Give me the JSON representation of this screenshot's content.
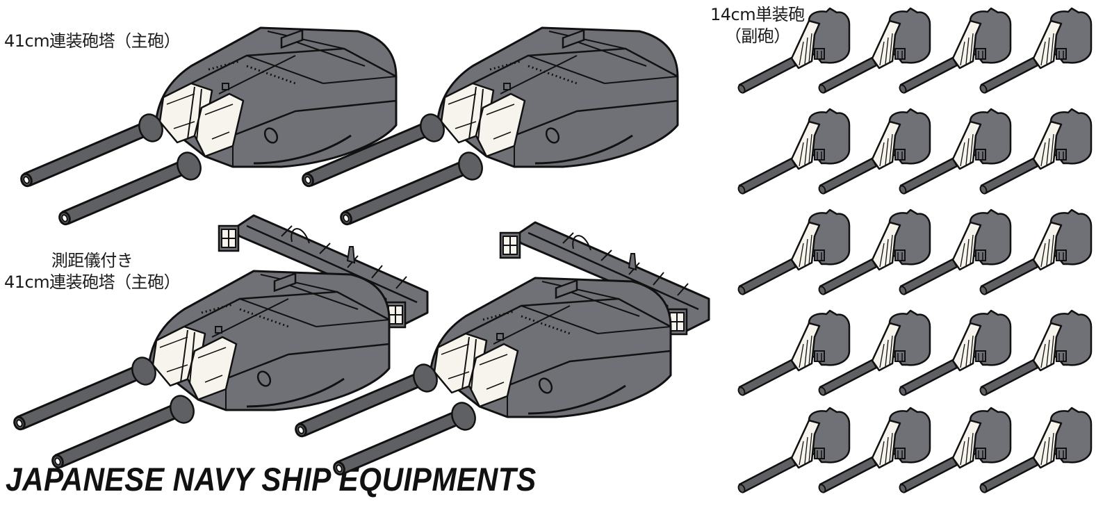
{
  "title": "JAPANESE NAVY SHIP EQUIPMENTS",
  "labels": {
    "main_turret": "41cm連装砲塔（主砲）",
    "rangefinder_line1": "測距儀付き",
    "rangefinder_line2": "41cm連装砲塔（主砲）",
    "secondary_line1": "14cm単装砲",
    "secondary_line2": "（副砲）"
  },
  "parts": {
    "main_turrets": [
      {
        "name": "41cm twin turret",
        "variant": "standard",
        "count": 2
      },
      {
        "name": "41cm twin turret",
        "variant": "with rangefinder",
        "count": 2
      }
    ],
    "secondary_guns": {
      "name": "14cm single gun",
      "rows": 5,
      "columns": 4,
      "count": 20
    }
  },
  "colors": {
    "background": "#ffffff",
    "turret_gray": "#707176",
    "barrel_gray": "#5f6064",
    "mantlet_white": "#f6f4ec",
    "outline": "#111111",
    "text": "#1a1a1a"
  }
}
